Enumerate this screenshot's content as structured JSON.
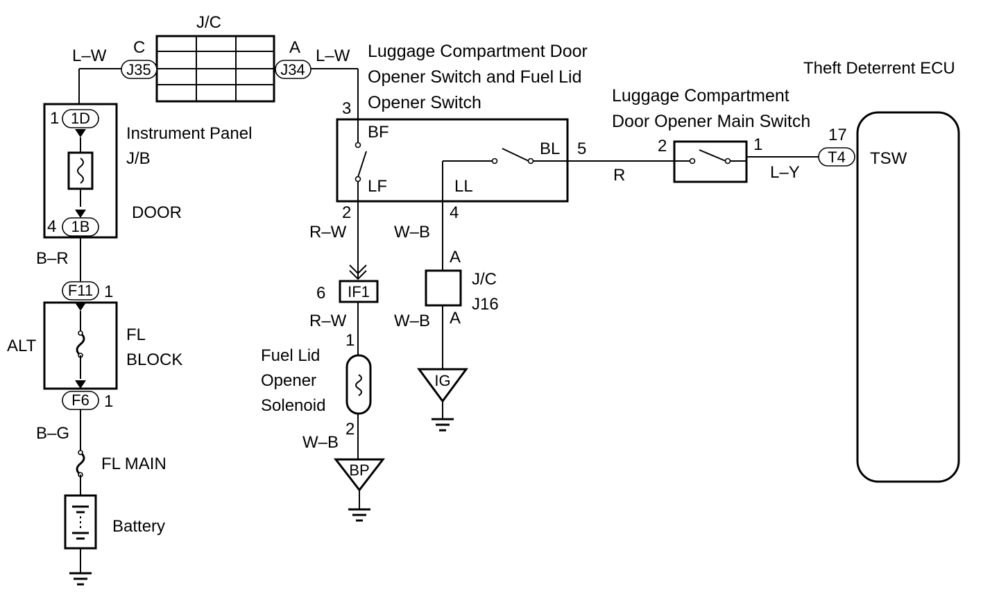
{
  "jc_top": {
    "label": "J/C",
    "left_pin": "C",
    "right_pin": "A",
    "left_connector": "J35",
    "right_connector": "J34"
  },
  "wires": {
    "lw_left": "L–W",
    "lw_right": "L–W",
    "br": "B–R",
    "bg": "B–G",
    "rw_upper": "R–W",
    "rw_lower": "R–W",
    "wb_switch": "W–B",
    "wb_jc": "W–B",
    "wb_solenoid": "W–B",
    "r": "R",
    "ly": "L–Y"
  },
  "instrument_panel": {
    "title_line1": "Instrument Panel",
    "title_line2": "J/B",
    "fuse": "DOOR",
    "top_connector": "1D",
    "top_pin": "1",
    "bottom_connector": "1B",
    "bottom_pin": "4"
  },
  "fl_block": {
    "title_line1": "FL",
    "title_line2": "BLOCK",
    "fuse": "ALT",
    "top_connector": "F11",
    "top_pin": "1",
    "bottom_connector": "F6",
    "bottom_pin": "1"
  },
  "fl_main": {
    "label": "FL MAIN"
  },
  "battery": {
    "label": "Battery"
  },
  "opener_switch": {
    "title_line1": "Luggage  Compartment  Door",
    "title_line2": "Opener  Switch  and  Fuel  Lid",
    "title_line3": "Opener Switch",
    "terminal_bf": "BF",
    "terminal_lf": "LF",
    "terminal_ll": "LL",
    "terminal_bl": "BL",
    "pin_3": "3",
    "pin_2": "2",
    "pin_4": "4",
    "pin_5": "5"
  },
  "main_switch": {
    "title_line1": "Luggage  Compartment",
    "title_line2": "Door Opener Main Switch",
    "pin_2": "2",
    "pin_1": "1"
  },
  "ecu": {
    "title": "Theft Deterrent ECU",
    "connector": "T4",
    "pin": "17",
    "terminal": "TSW"
  },
  "if1": {
    "connector": "IF1",
    "pin": "6"
  },
  "solenoid": {
    "line1": "Fuel Lid",
    "line2": "Opener",
    "line3": "Solenoid",
    "pin_top": "1",
    "pin_bottom": "2"
  },
  "jc_j16": {
    "label_line1": "J/C",
    "label_line2": "J16",
    "pin_top": "A",
    "pin_bottom": "A"
  },
  "grounds": {
    "ig": "IG",
    "bp": "BP"
  }
}
